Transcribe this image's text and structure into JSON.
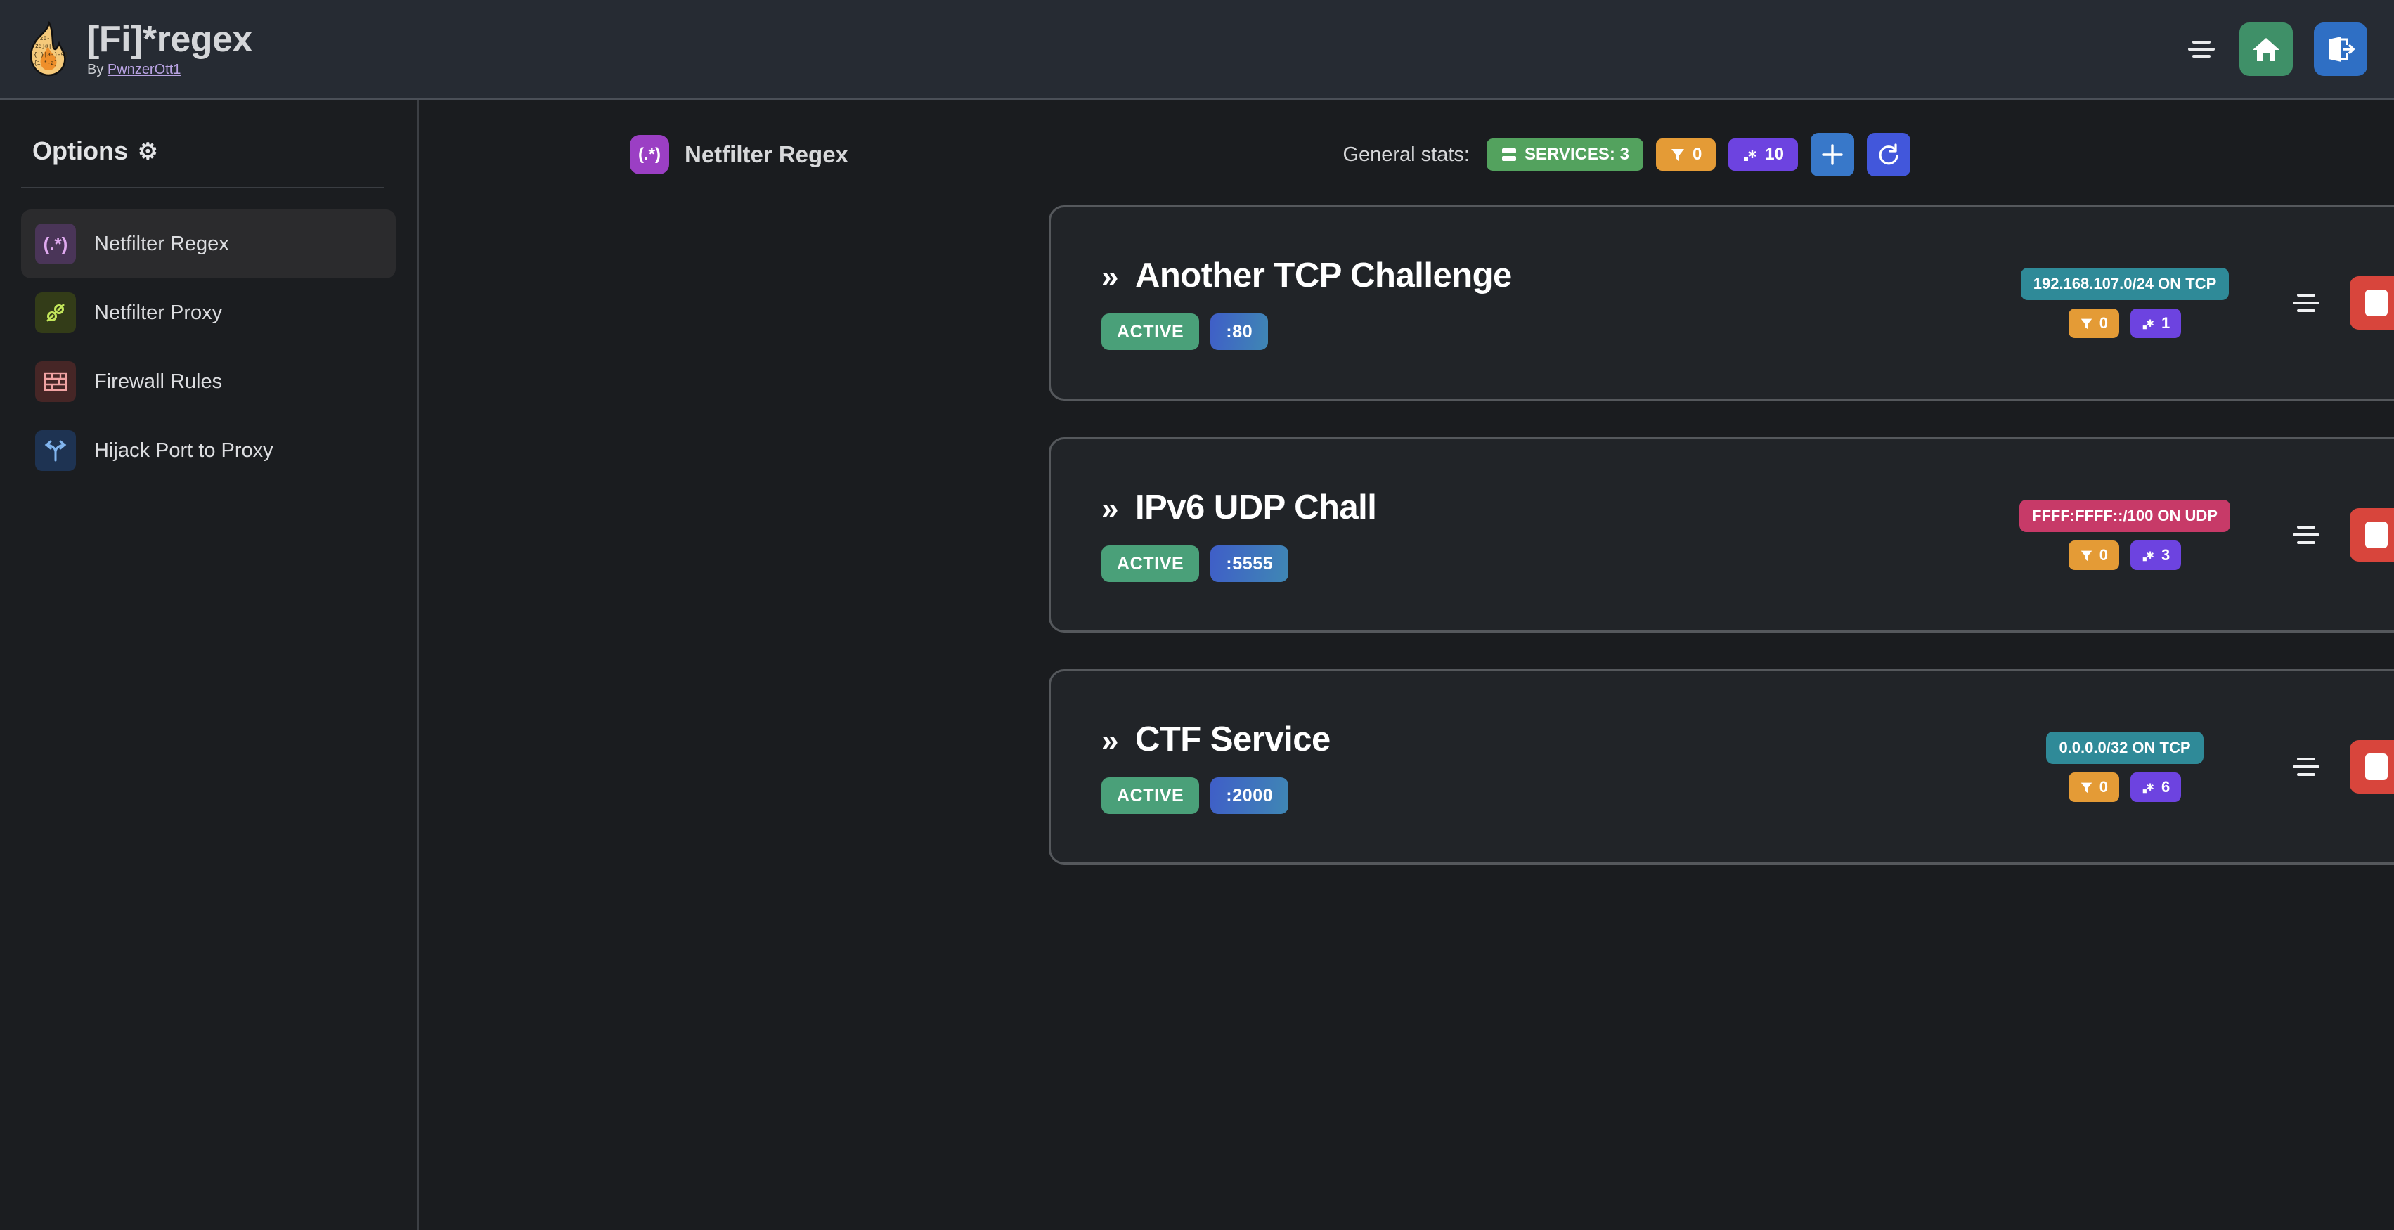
{
  "header": {
    "logo_icon": "flame-regex-logo",
    "title": "[Fi]*regex",
    "byline_prefix": "By",
    "byline_author": "PwnzerOtt1",
    "menu_icon": "align-menu-icon",
    "home_icon": "home-icon",
    "logout_icon": "logout-icon"
  },
  "sidebar": {
    "heading": "Options",
    "heading_icon": "gear-icon",
    "gear_glyph": "⚙",
    "items": [
      {
        "label": "Netfilter Regex",
        "icon": "regex-icon",
        "glyph": "(.*)",
        "active": true
      },
      {
        "label": "Netfilter Proxy",
        "icon": "plug-icon",
        "glyph": "",
        "active": false
      },
      {
        "label": "Firewall Rules",
        "icon": "brick-wall-icon",
        "glyph": "",
        "active": false
      },
      {
        "label": "Hijack Port to Proxy",
        "icon": "fork-arrow-icon",
        "glyph": "",
        "active": false
      }
    ]
  },
  "main": {
    "page_title": "Netfilter Regex",
    "page_title_icon": "regex-icon",
    "page_title_glyph": "(.*)",
    "stats_label": "General stats:",
    "stats": {
      "services": "SERVICES: 3",
      "services_icon": "server-icon",
      "filters": "0",
      "filters_icon": "filter-icon",
      "regexes": "10",
      "regexes_icon": "regex-star-icon"
    },
    "add_button_icon": "plus-icon",
    "refresh_button_icon": "refresh-icon"
  },
  "services": [
    {
      "name": "Another TCP Challenge",
      "chevron": "»",
      "status": "ACTIVE",
      "port": ":80",
      "network": "192.168.107.0/24 ON TCP",
      "network_proto": "tcp",
      "filters": "0",
      "regexes": "1",
      "menu_icon": "align-menu-icon",
      "stop_icon": "stop-icon",
      "play_icon": "play-icon",
      "open_icon": "chevron-right-icon"
    },
    {
      "name": "IPv6 UDP Chall",
      "chevron": "»",
      "status": "ACTIVE",
      "port": ":5555",
      "network": "FFFF:FFFF::/100 ON UDP",
      "network_proto": "udp",
      "filters": "0",
      "regexes": "3",
      "menu_icon": "align-menu-icon",
      "stop_icon": "stop-icon",
      "play_icon": "play-icon",
      "open_icon": "chevron-right-icon"
    },
    {
      "name": "CTF Service",
      "chevron": "»",
      "status": "ACTIVE",
      "port": ":2000",
      "network": "0.0.0.0/32 ON TCP",
      "network_proto": "tcp",
      "filters": "0",
      "regexes": "6",
      "menu_icon": "align-menu-icon",
      "stop_icon": "stop-icon",
      "play_icon": "play-icon",
      "open_icon": "chevron-right-icon"
    }
  ],
  "colors": {
    "header_bg": "#262b33",
    "body_bg": "#1a1c1f",
    "card_bg": "#212428",
    "card_border": "#55585c",
    "accent_green": "#53a25e",
    "accent_orange": "#e49b36",
    "accent_purple": "#6d43e0",
    "accent_red": "#d8453c",
    "accent_blue": "#3878c9",
    "accent_teal": "#2f8a98",
    "accent_pink": "#c73a68"
  }
}
